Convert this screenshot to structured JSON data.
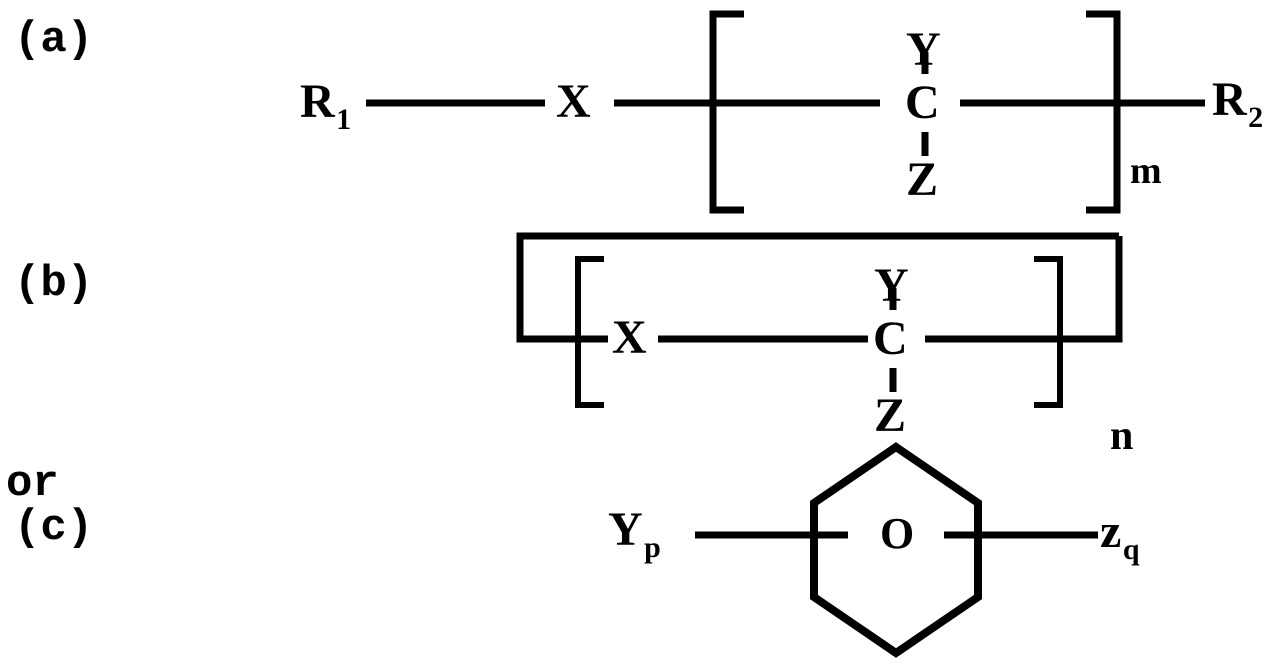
{
  "document": {
    "title": "Chemical structure formulas (a) (b) (c)",
    "background_color": "#ffffff",
    "ink_color": "#000000"
  },
  "captions": {
    "a": "(a)",
    "b": "(b)",
    "or": "or",
    "c": "(c)"
  },
  "formula_a": {
    "label": "(a)",
    "left_group": "R",
    "left_group_subscript": "1",
    "linker": "X",
    "repeat_unit": {
      "top_substituent": "Y",
      "center_atom": "C",
      "bottom_substituent": "Z"
    },
    "repeat_subscript": "m",
    "right_group": "R",
    "right_group_subscript": "2",
    "bracket_open": "[",
    "bracket_close": "]"
  },
  "formula_b": {
    "label": "(b)",
    "linker": "X",
    "repeat_unit": {
      "top_substituent": "Y",
      "center_atom": "C",
      "bottom_substituent": "Z"
    },
    "inner_bracket_open": "[",
    "inner_bracket_close": "]",
    "outer_bracket_open": "[",
    "outer_bracket_close": "]",
    "outer_subscript": "n"
  },
  "formula_c": {
    "label": "(c)",
    "prefix_word": "or",
    "left_group": "Y",
    "left_group_subscript": "p",
    "ring": {
      "shape": "hexagon",
      "center_symbol": "O"
    },
    "right_group": "z",
    "right_group_subscript": "q"
  }
}
